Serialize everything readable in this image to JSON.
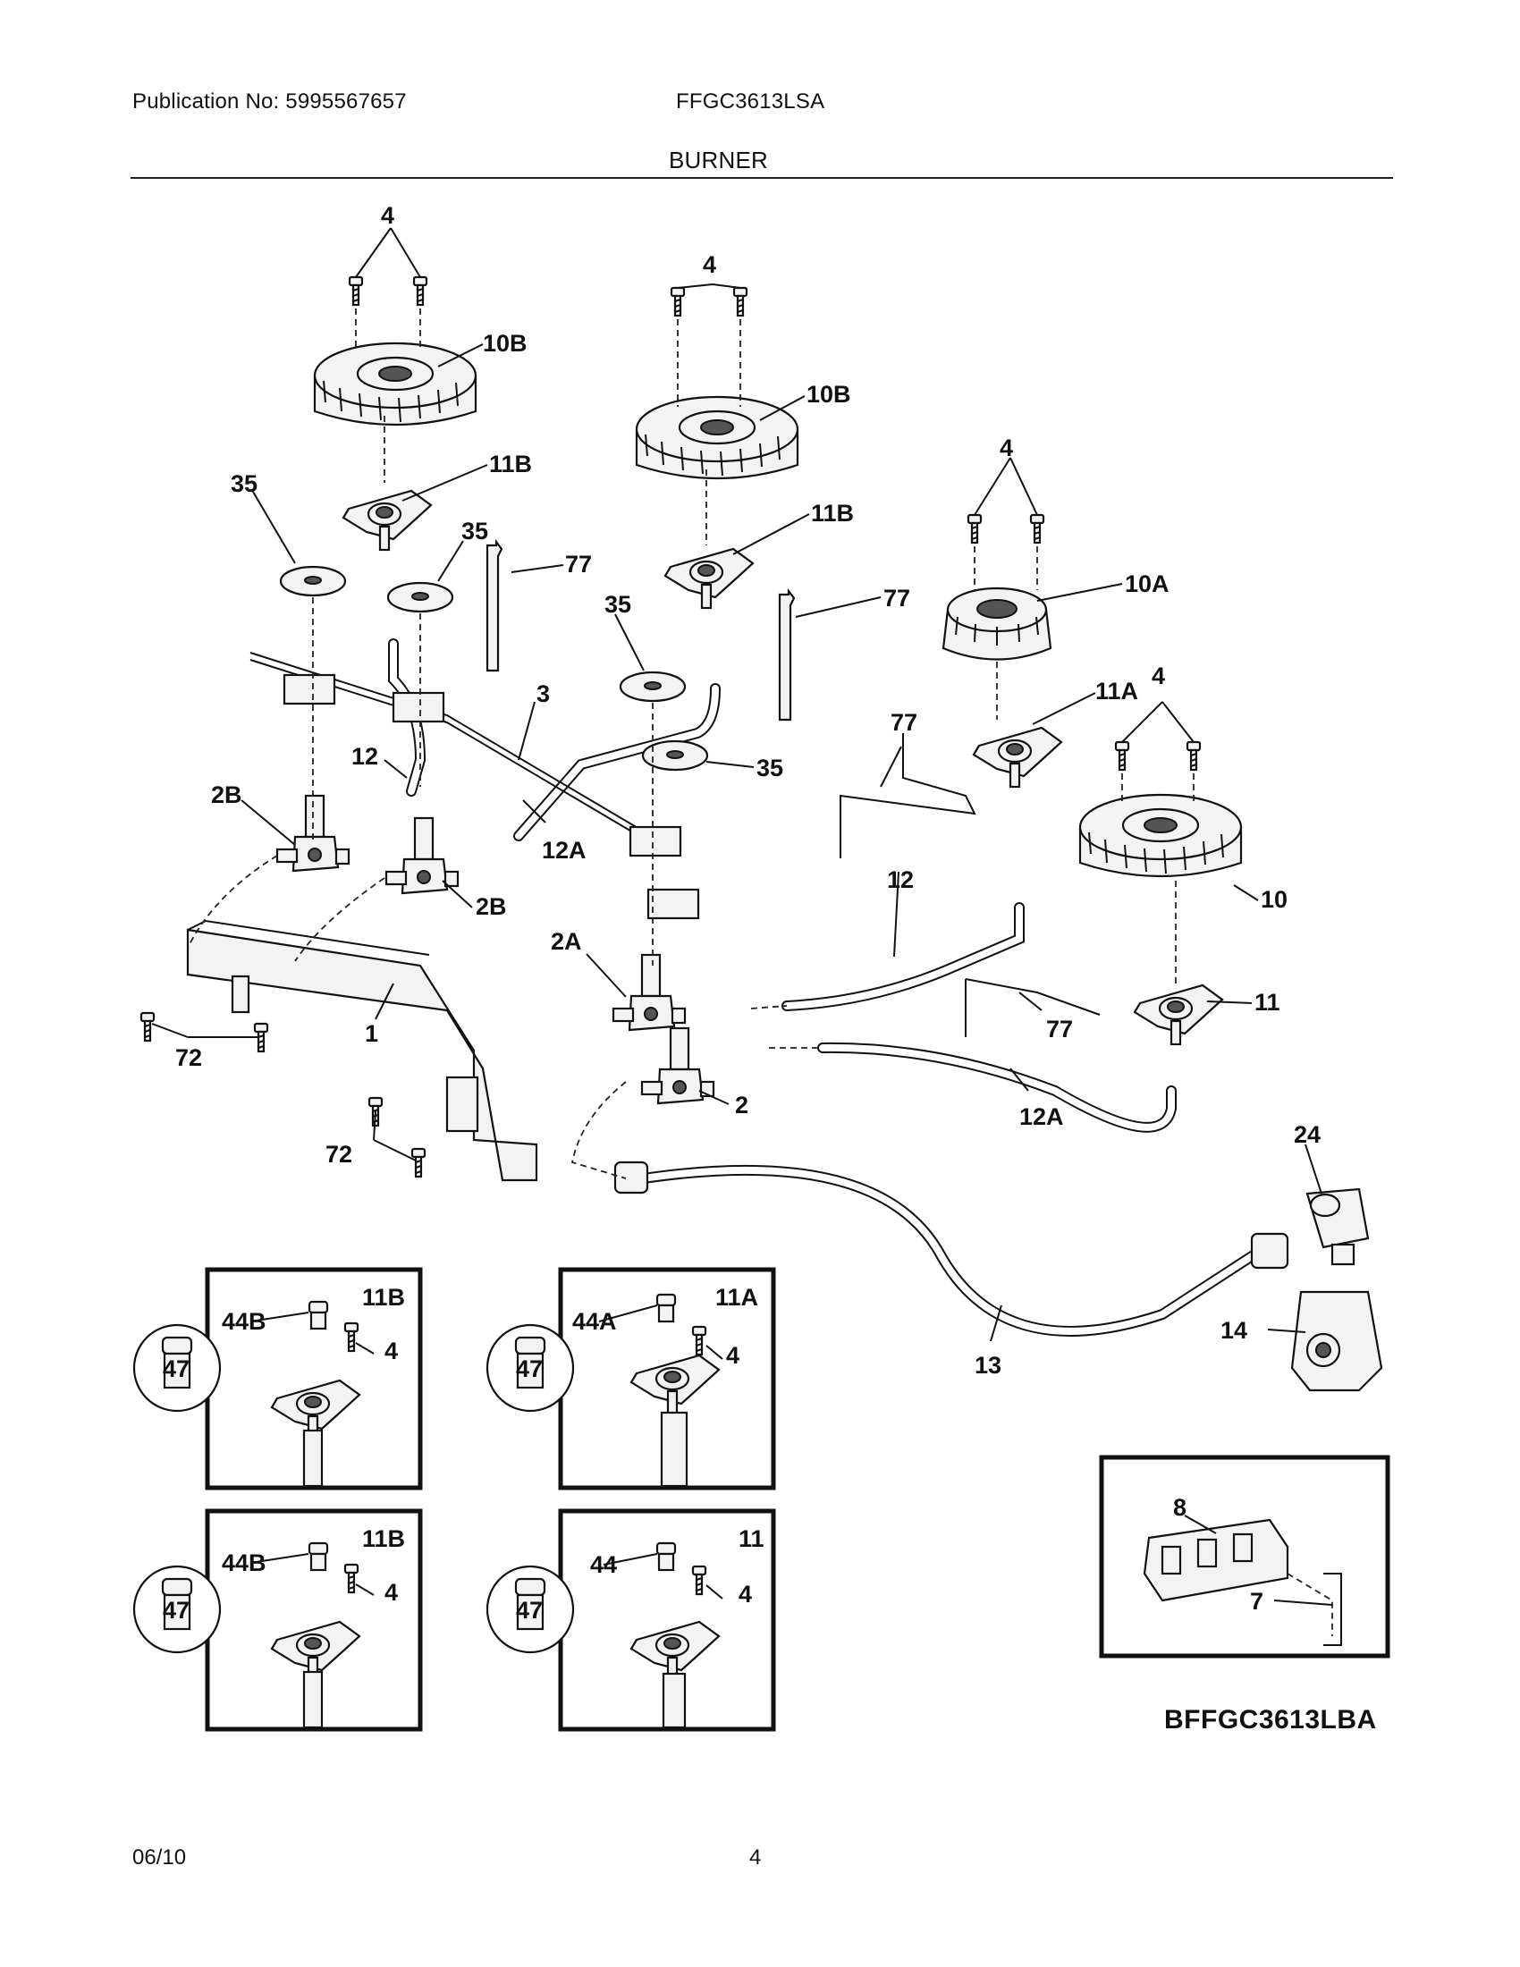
{
  "header": {
    "publication": "Publication No: 5995567657",
    "model": "FFGC3613LSA",
    "section": "BURNER"
  },
  "footer": {
    "date": "06/10",
    "page": "4"
  },
  "diagram_code": "BFFGC3613LBA",
  "callouts": {
    "c4a": "4",
    "c4b": "4",
    "c4c": "4",
    "c4d": "4",
    "c10b_1": "10B",
    "c10b_2": "10B",
    "c10a": "10A",
    "c10": "10",
    "c11b_1": "11B",
    "c11b_2": "11B",
    "c11a": "11A",
    "c11": "11",
    "c35_1": "35",
    "c35_2": "35",
    "c35_3": "35",
    "c35_4": "35",
    "c77_1": "77",
    "c77_2": "77",
    "c77_3": "77",
    "c77_4": "77",
    "c3": "3",
    "c12_1": "12",
    "c12_2": "12",
    "c12a_1": "12A",
    "c12a_2": "12A",
    "c2b_1": "2B",
    "c2b_2": "2B",
    "c2a": "2A",
    "c2": "2",
    "c1": "1",
    "c72_1": "72",
    "c72_2": "72",
    "c24": "24",
    "c13": "13",
    "c14": "14",
    "c8": "8",
    "c7": "7"
  },
  "insets": [
    {
      "title": "11B",
      "orifice": "44B",
      "screw": "4",
      "detail": "47"
    },
    {
      "title": "11A",
      "orifice": "44A",
      "screw": "4",
      "detail": "47"
    },
    {
      "title": "11B",
      "orifice": "44B",
      "screw": "4",
      "detail": "47"
    },
    {
      "title": "11",
      "orifice": "44",
      "screw": "4",
      "detail": "47"
    }
  ]
}
